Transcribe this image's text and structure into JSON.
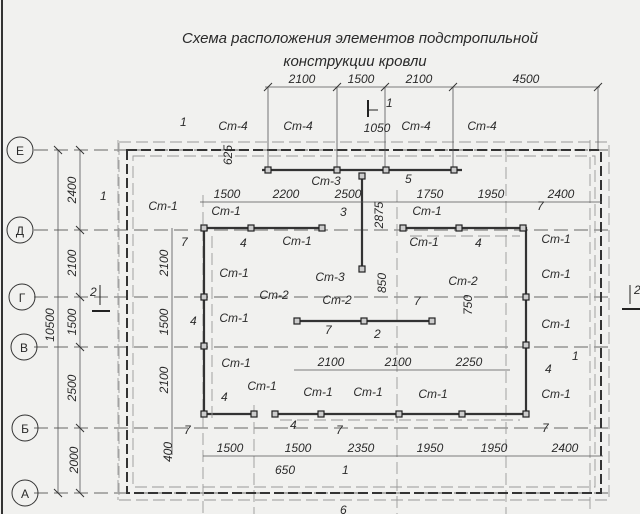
{
  "title": {
    "line1": "Схема расположения элементов подстропильной",
    "line2": "конструкции кровли"
  },
  "axes": [
    "Е",
    "Д",
    "Г",
    "В",
    "Б",
    "А"
  ],
  "left_dims": {
    "total": "10500",
    "chain": [
      "2400",
      "2100",
      "1500",
      "2500",
      "2000"
    ]
  },
  "top_dims": [
    "2100",
    "1500",
    "2100",
    "4500"
  ],
  "row_d_dims": [
    "1500",
    "2200",
    "2500",
    "1750",
    "1950",
    "2400"
  ],
  "inner_vert_dims": [
    "2100",
    "1500",
    "2100",
    "400"
  ],
  "mid_dims": [
    "2100",
    "2100",
    "2250"
  ],
  "bottom_dims": [
    "1500",
    "1500",
    "2350",
    "1950",
    "1950",
    "2400"
  ],
  "misc_dims": {
    "d625": "625",
    "d1050": "1050",
    "d2875": "2875",
    "d850": "850",
    "d750": "750",
    "d650": "650"
  },
  "sections": {
    "s1": "1",
    "s2_left": "2",
    "s2_right": "2"
  },
  "marks": {
    "st4": "Ст-4",
    "st3": "Ст-3",
    "st2": "Ст-2",
    "st1": "Ст-1",
    "p1": "1",
    "p2": "2",
    "p3": "3",
    "p4": "4",
    "p5": "5",
    "p6": "6",
    "p7": "7"
  }
}
